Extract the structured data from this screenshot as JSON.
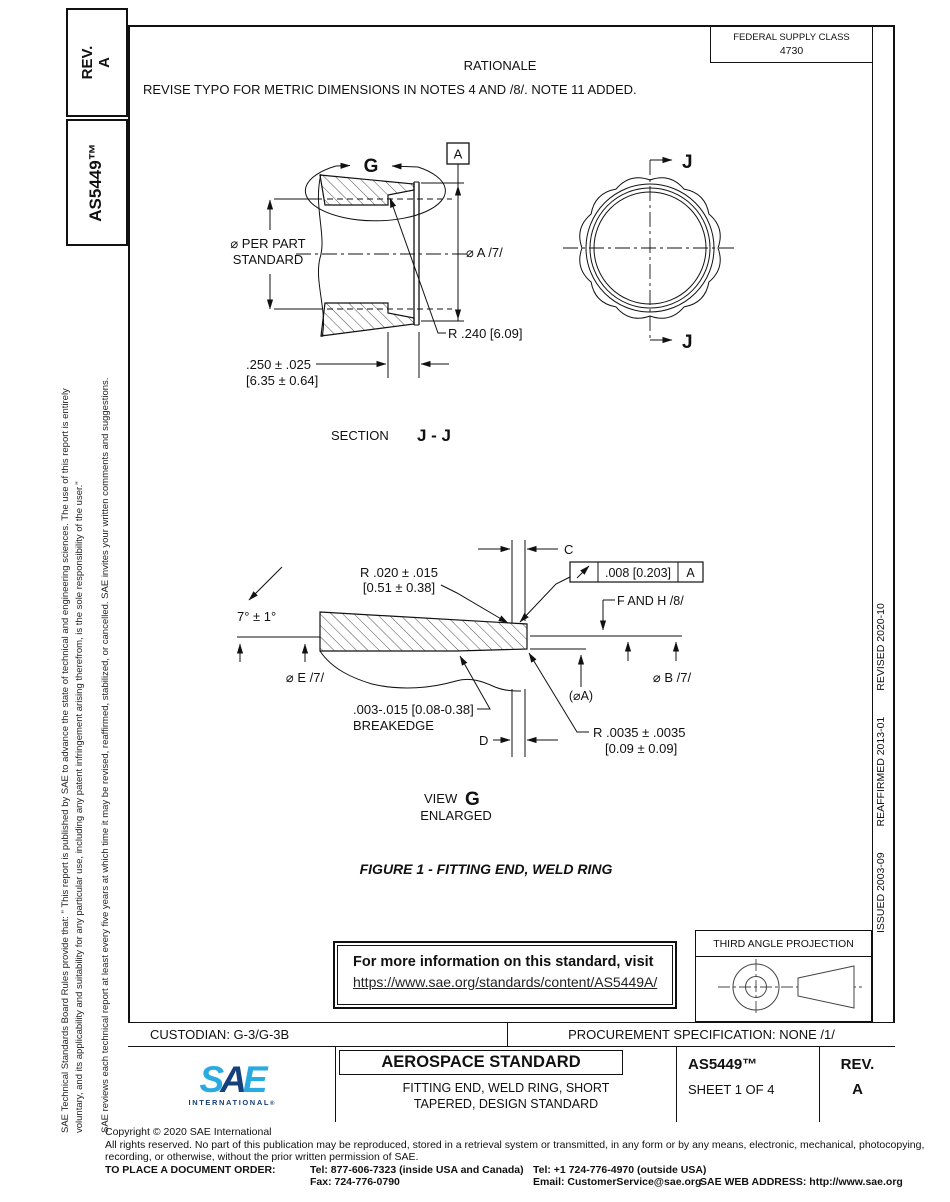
{
  "doc": {
    "rev_label": "REV.",
    "rev_value": "A",
    "number": "AS5449™"
  },
  "header": {
    "fsc_label": "FEDERAL SUPPLY CLASS",
    "fsc_value": "4730",
    "rationale_title": "RATIONALE",
    "revision_note": "REVISE TYPO FOR METRIC DIMENSIONS IN NOTES 4 AND /8/. NOTE 11 ADDED."
  },
  "sidebar_left": {
    "disclaimer_line1": "SAE Technical Standards Board Rules provide that: \" This report is published by SAE to advance the state of technical and engineering sciences. The use of this report is entirely",
    "disclaimer_line2": "voluntary, and its applicability and suitability for any particular use, including any patent infringement arising therefrom, is the sole responsibility of the user.\"",
    "review_note": "SAE reviews each technical report at least every five years at which time it may be revised, reaffirmed, stabilized, or cancelled. SAE invites your written comments and suggestions."
  },
  "revision_history": {
    "issued": "ISSUED 2003-09",
    "reaffirmed": "REAFFIRMED 2013-01",
    "revised": "REVISED 2020-10"
  },
  "section_view": {
    "view_letter": "G",
    "datum": "A",
    "dia_left_1": "⌀ PER PART",
    "dia_left_2": "STANDARD",
    "dia_a": "⌀ A /7/",
    "radius": "R .240 [6.09]",
    "width_in": ".250 ± .025",
    "width_mm": "[6.35 ± 0.64]",
    "cut_letter_top": "J",
    "cut_letter_bottom": "J",
    "label": "SECTION",
    "name": "J - J"
  },
  "view_g": {
    "dim_c": "C",
    "dim_d": "D",
    "runout_value": ".008 [0.203]",
    "runout_datum": "A",
    "r1_in": "R .020 ± .015",
    "r1_mm": "[0.51 ± 0.38]",
    "f_h": "F AND H /8/",
    "angle": "7° ± 1°",
    "dia_e": "⌀ E /7/",
    "dia_a_ref": "(⌀A)",
    "dia_b": "⌀ B /7/",
    "breakedge_dim": ".003-.015 [0.08-0.38]",
    "breakedge": "BREAKEDGE",
    "r2_in": "R .0035 ± .0035",
    "r2_mm": "[0.09 ± 0.09]",
    "label": "VIEW",
    "name": "G",
    "sub": "ENLARGED"
  },
  "figure_caption": "FIGURE 1 - FITTING END, WELD RING",
  "info_box": {
    "text": "For more information on this standard, visit",
    "link": "https://www.sae.org/standards/content/AS5449A/"
  },
  "projection_box": {
    "label": "THIRD ANGLE PROJECTION"
  },
  "footer": {
    "custodian": "CUSTODIAN: G-3/G-3B",
    "procurement": "PROCUREMENT SPECIFICATION: NONE /1/",
    "standard_type": "AEROSPACE STANDARD",
    "title_1": "FITTING END, WELD RING, SHORT",
    "title_2": "TAPERED, DESIGN STANDARD",
    "doc_number": "AS5449™",
    "sheet": "SHEET 1 OF 4",
    "rev_label": "REV.",
    "rev_value": "A"
  },
  "logo": {
    "letter_s": "S",
    "letter_a": "A",
    "letter_e": "E",
    "subtext": "INTERNATIONAL",
    "reg": "®"
  },
  "colors": {
    "sae_light_blue": "#29abe2",
    "sae_dark_blue": "#16407c",
    "line_black": "#111111"
  },
  "legal": {
    "copyright": "Copyright © 2020 SAE International",
    "rights_1": "All rights reserved. No part of this publication may be reproduced, stored in a retrieval system or transmitted, in any form or by any means, electronic, mechanical, photocopying,",
    "rights_2": "recording, or otherwise, without the prior written permission of SAE.",
    "order_label": "TO PLACE A DOCUMENT ORDER:",
    "tel_us": "Tel: 877-606-7323 (inside USA and Canada)",
    "tel_intl": "Tel: +1 724-776-4970 (outside USA)",
    "fax": "Fax: 724-776-0790",
    "email": "Email: CustomerService@sae.org",
    "web": "SAE WEB ADDRESS: http://www.sae.org"
  }
}
